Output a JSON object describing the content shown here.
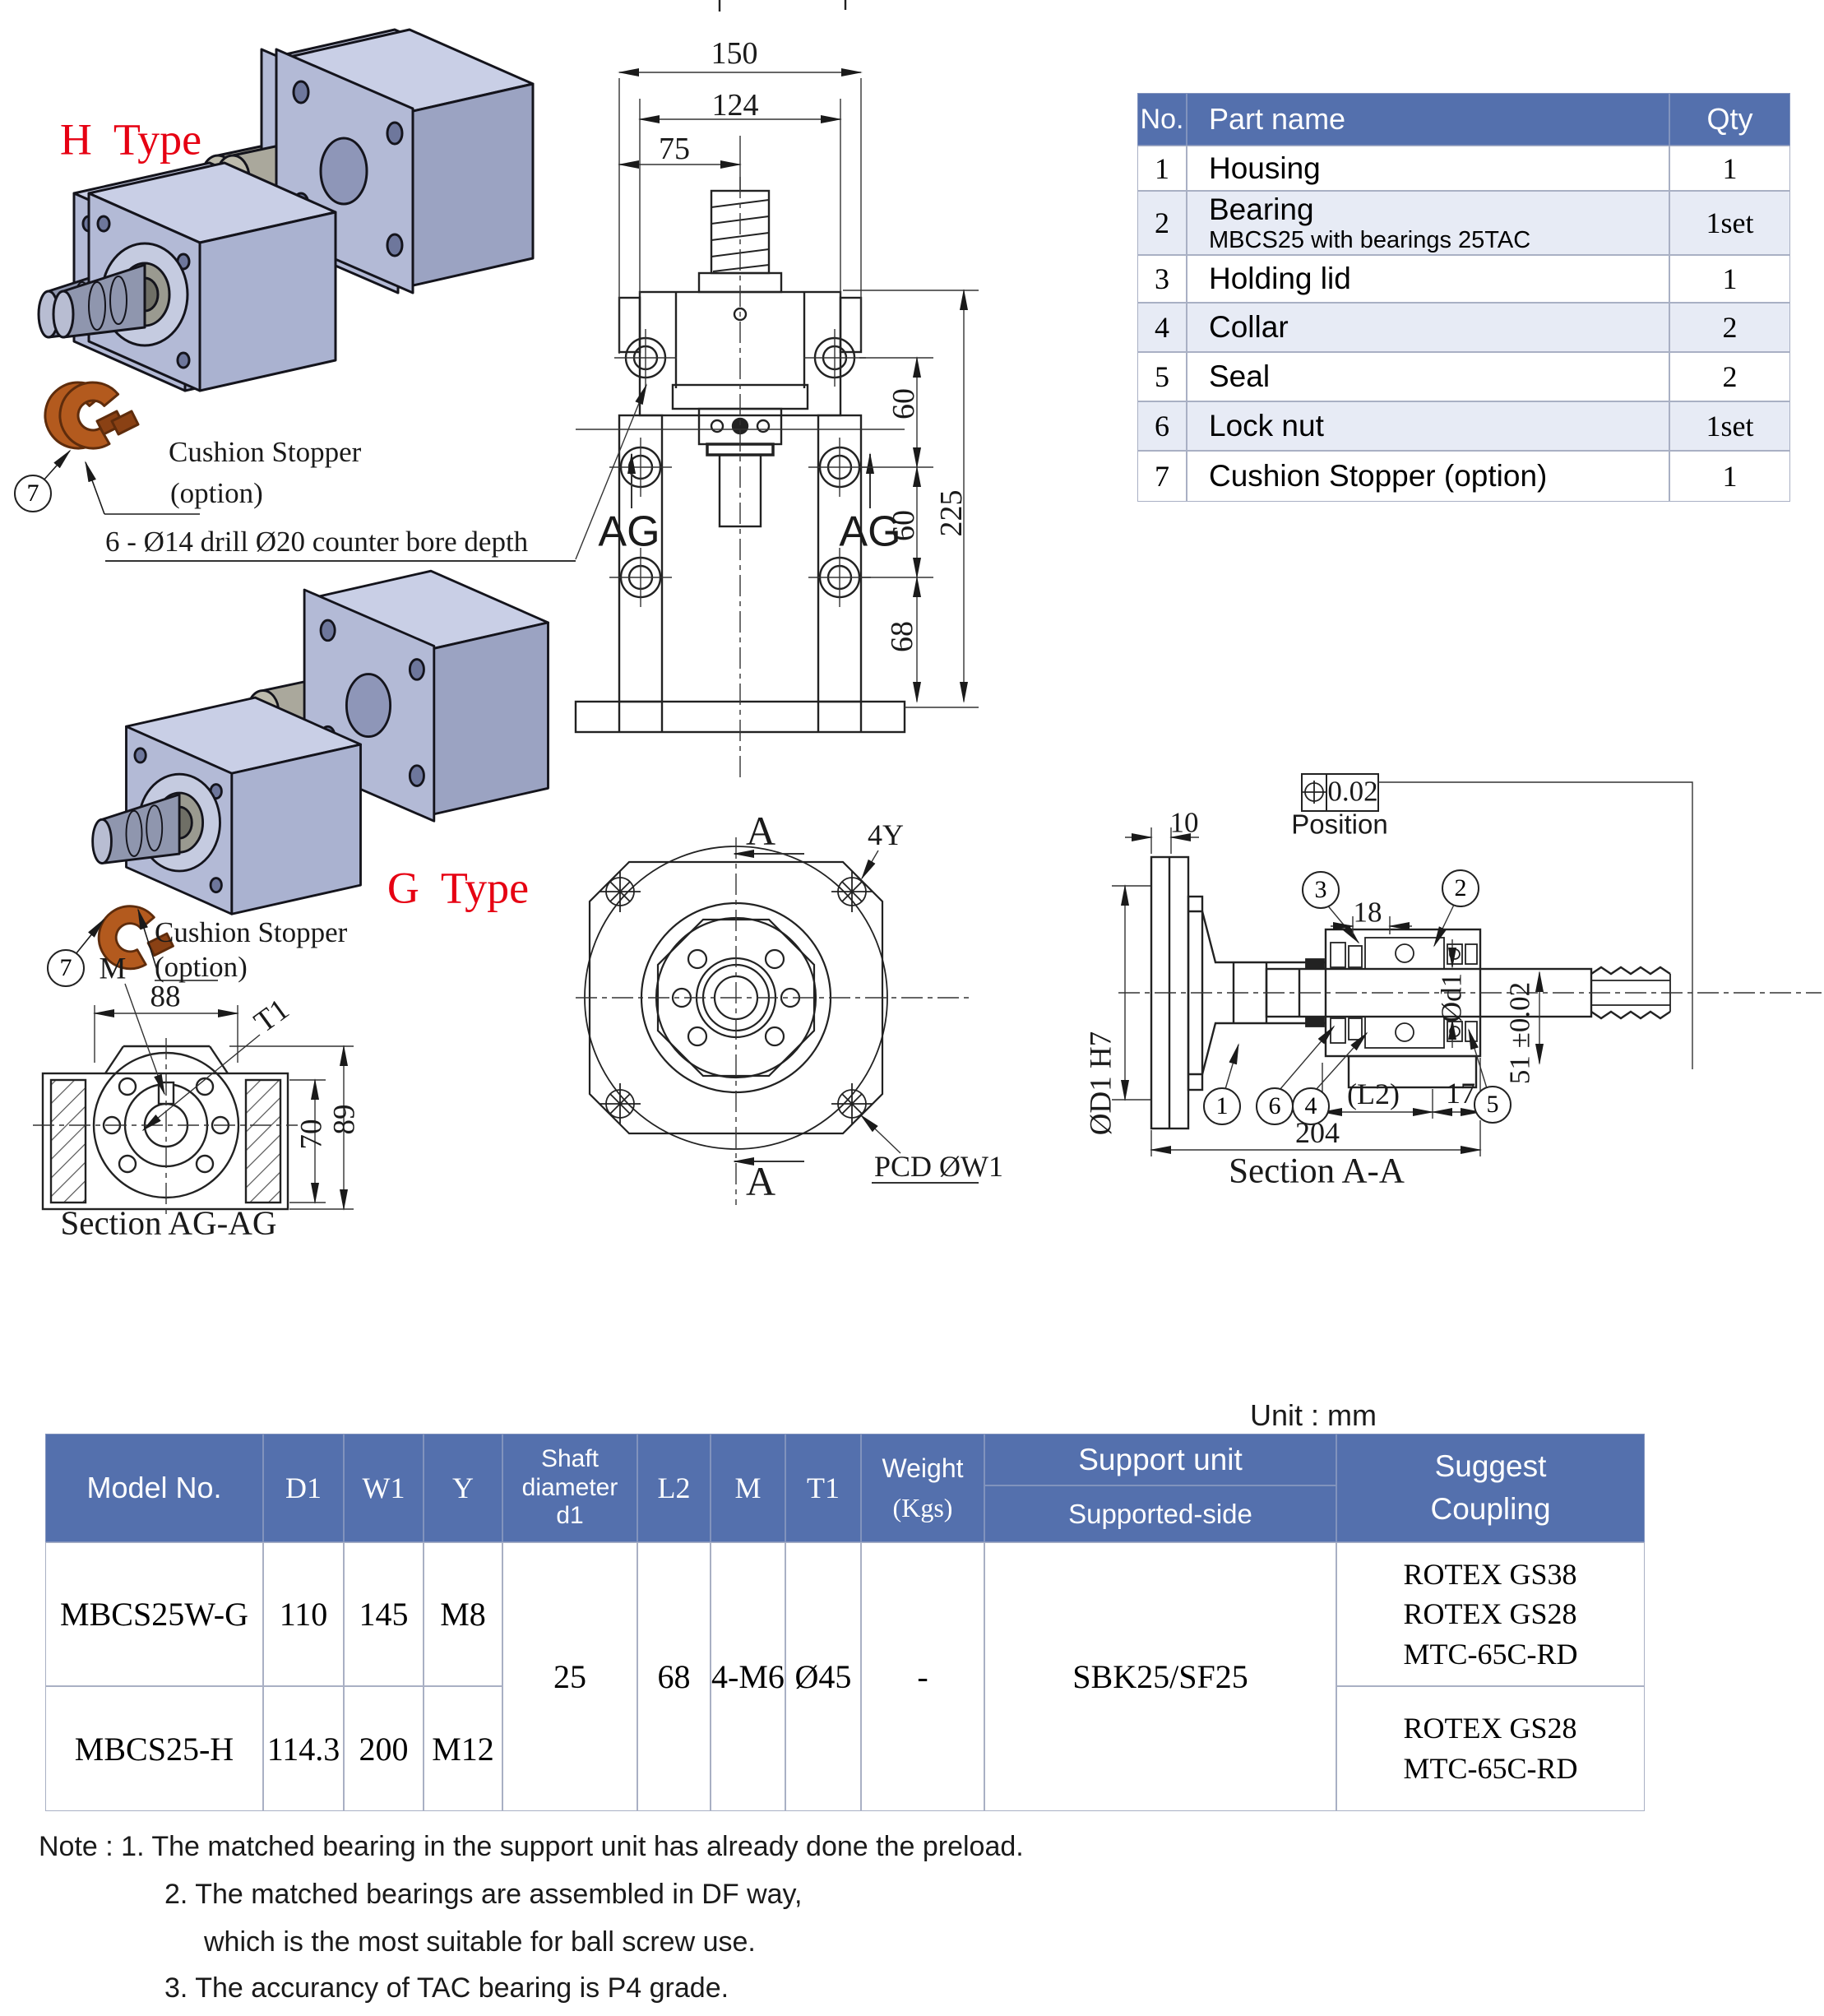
{
  "annotations": {
    "h_type": "H  Type",
    "g_type": "G  Type",
    "cushion_stopper": "Cushion Stopper",
    "option": "(option)",
    "drill_note": "6 - Ø14 drill Ø20 counter bore depth",
    "balloon7": "7",
    "ag": "AG",
    "unit": "Unit : mm"
  },
  "front_view": {
    "w150": "150",
    "w124": "124",
    "w75": "75",
    "h60_top": "60",
    "h60_mid": "60",
    "h68": "68",
    "h225": "225"
  },
  "circular_view": {
    "section_a": "A",
    "four_y": "4Y",
    "pcd": "PCD ØW1",
    "d1_h7": "ØD1 H7"
  },
  "section_aa": {
    "title": "Section A-A",
    "position": "Position",
    "tol": "0.02",
    "d10": "10",
    "d18": "18",
    "l2": "(L2)",
    "d17": "17",
    "d204": "204",
    "phi_d1": "Ød1",
    "tol51": "51 ±0.02",
    "balloons": {
      "n1": "1",
      "n2": "2",
      "n3": "3",
      "n4": "4",
      "n5": "5",
      "n6": "6"
    }
  },
  "section_ag": {
    "title": "Section AG-AG",
    "m": "M",
    "t1": "T1",
    "d88": "88",
    "d70": "70",
    "d89": "89"
  },
  "parts_table": {
    "headers": {
      "no": "No.",
      "name": "Part name",
      "qty": "Qty"
    },
    "rows": [
      {
        "no": "1",
        "name": "Housing",
        "sub": "",
        "qty": "1"
      },
      {
        "no": "2",
        "name": "Bearing",
        "sub": "MBCS25 with bearings 25TAC",
        "qty": "1set"
      },
      {
        "no": "3",
        "name": "Holding lid",
        "sub": "",
        "qty": "1"
      },
      {
        "no": "4",
        "name": "Collar",
        "sub": "",
        "qty": "2"
      },
      {
        "no": "5",
        "name": "Seal",
        "sub": "",
        "qty": "2"
      },
      {
        "no": "6",
        "name": "Lock nut",
        "sub": "",
        "qty": "1set"
      },
      {
        "no": "7",
        "name": "Cushion Stopper (option)",
        "sub": "",
        "qty": "1"
      }
    ]
  },
  "spec_table": {
    "headers": {
      "model": "Model No.",
      "d1": "D1",
      "w1": "W1",
      "y": "Y",
      "shaft1": "Shaft",
      "shaft2": "diameter",
      "shaft3": "d1",
      "l2": "L2",
      "m": "M",
      "t1": "T1",
      "weight1": "Weight",
      "weight2": "(Kgs)",
      "support": "Support unit",
      "supported_side": "Supported-side",
      "coupling1": "Suggest",
      "coupling2": "Coupling"
    },
    "rows": [
      {
        "model": "MBCS25W-G",
        "d1": "110",
        "w1": "145",
        "y": "M8",
        "couplings": [
          "ROTEX GS38",
          "ROTEX GS28",
          "MTC-65C-RD"
        ]
      },
      {
        "model": "MBCS25-H",
        "d1": "114.3",
        "w1": "200",
        "y": "M12",
        "couplings": [
          "ROTEX GS28",
          "MTC-65C-RD",
          ""
        ]
      }
    ],
    "merged": {
      "shaft": "25",
      "l2": "68",
      "m": "4-M6",
      "t1": "Ø45",
      "weight": "-",
      "support": "SBK25/SF25"
    }
  },
  "notes": {
    "line1": "Note : 1. The matched bearing in the support unit has already done the preload.",
    "line2": "2. The matched bearings are assembled in DF way,",
    "line3": "which is the most suitable for ball screw use.",
    "line4": "3. The accurancy of TAC bearing is P4 grade."
  },
  "colors": {
    "accent_red": "#e60012",
    "table_header_blue": "#5470ad",
    "table_row_alt": "#e7ebf5",
    "body_3d": "#b3bad6",
    "stopper_orange": "#b35a1e"
  }
}
